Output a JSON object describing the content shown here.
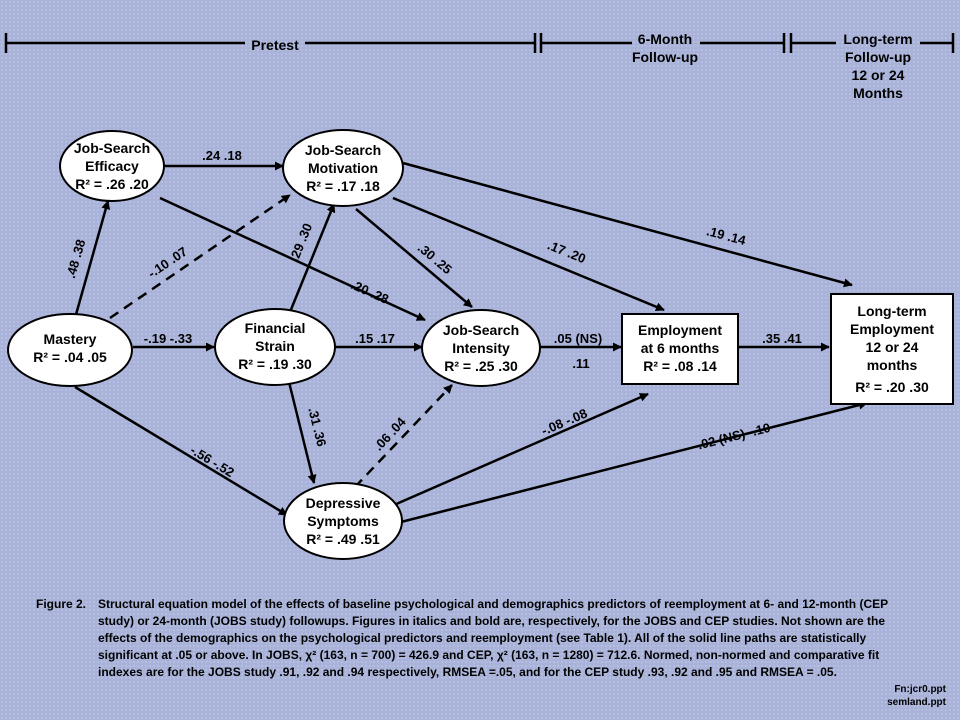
{
  "phases": {
    "pretest": "Pretest",
    "six_month": [
      "6-Month",
      "Follow-up"
    ],
    "long_term": [
      "Long-term",
      "Follow-up",
      "12 or 24",
      "Months"
    ]
  },
  "nodes": {
    "efficacy": {
      "lines": [
        "Job-Search",
        "Efficacy"
      ],
      "r2": "R² = .26   .20"
    },
    "motivation": {
      "lines": [
        "Job-Search",
        "Motivation"
      ],
      "r2": "R² = .17   .18"
    },
    "mastery": {
      "lines": [
        "Mastery"
      ],
      "r2": "R² = .04   .05"
    },
    "strain": {
      "lines": [
        "Financial",
        "Strain"
      ],
      "r2": "R² = .19   .30"
    },
    "intensity": {
      "lines": [
        "Job-Search",
        "Intensity"
      ],
      "r2": "R² = .25   .30"
    },
    "depressive": {
      "lines": [
        "Depressive",
        "Symptoms"
      ],
      "r2": "R² = .49   .51"
    },
    "employment6": {
      "lines": [
        "Employment",
        "at 6 months"
      ],
      "r2": "R² = .08   .14"
    },
    "longterm": {
      "lines": [
        "Long-term",
        "Employment",
        "12 or 24",
        "months"
      ],
      "r2": "R² = .20   .30"
    }
  },
  "coefficients": {
    "efficacy_motivation": ".24   .18",
    "mastery_efficacy": ".48   .38",
    "mastery_motivation": "-.10   .07",
    "strain_motivation": ".29   .30",
    "efficacy_intensity": ".20   .28",
    "motivation_intensity": ".30   .25",
    "motivation_employment6": ".17   .20",
    "motivation_longterm": ".19   .14",
    "mastery_strain": "-.19   -.33",
    "strain_intensity": ".15   .17",
    "intensity_employment6": ".05  (NS)",
    "intensity_employment6_second": ".11",
    "employment6_longterm": ".35   .41",
    "strain_depressive": ".31   .36",
    "depressive_intensity": ".06   .04",
    "mastery_depressive": "-.56   -.52",
    "depressive_employment6": "-.08   -.08",
    "depressive_longterm": "-.02 (NS)   -.10"
  },
  "caption": {
    "label": "Figure 2.",
    "text": "Structural equation model of the effects  of baseline psychological and demographics predictors of reemployment at 6- and 12-month (CEP study) or 24-month (JOBS study) followups.  Figures in italics and bold are, respectively, for the JOBS and CEP studies.  Not shown are the effects  of the demographics on the psychological predictors and reemployment (see Table 1).  All of the solid line paths are statistically significant at .05 or above.  In JOBS, χ² (163,  n = 700) = 426.9 and CEP, χ² (163,  n = 1280) = 712.6.  Normed, non-normed and comparative fit indexes are for the JOBS study .91, .92 and .94 respectively, RMSEA =.05, and for the CEP study .93, .92 and .95 and RMSEA = .05."
  },
  "footnote": [
    "Fn:jcr0.ppt",
    "semland.ppt"
  ]
}
